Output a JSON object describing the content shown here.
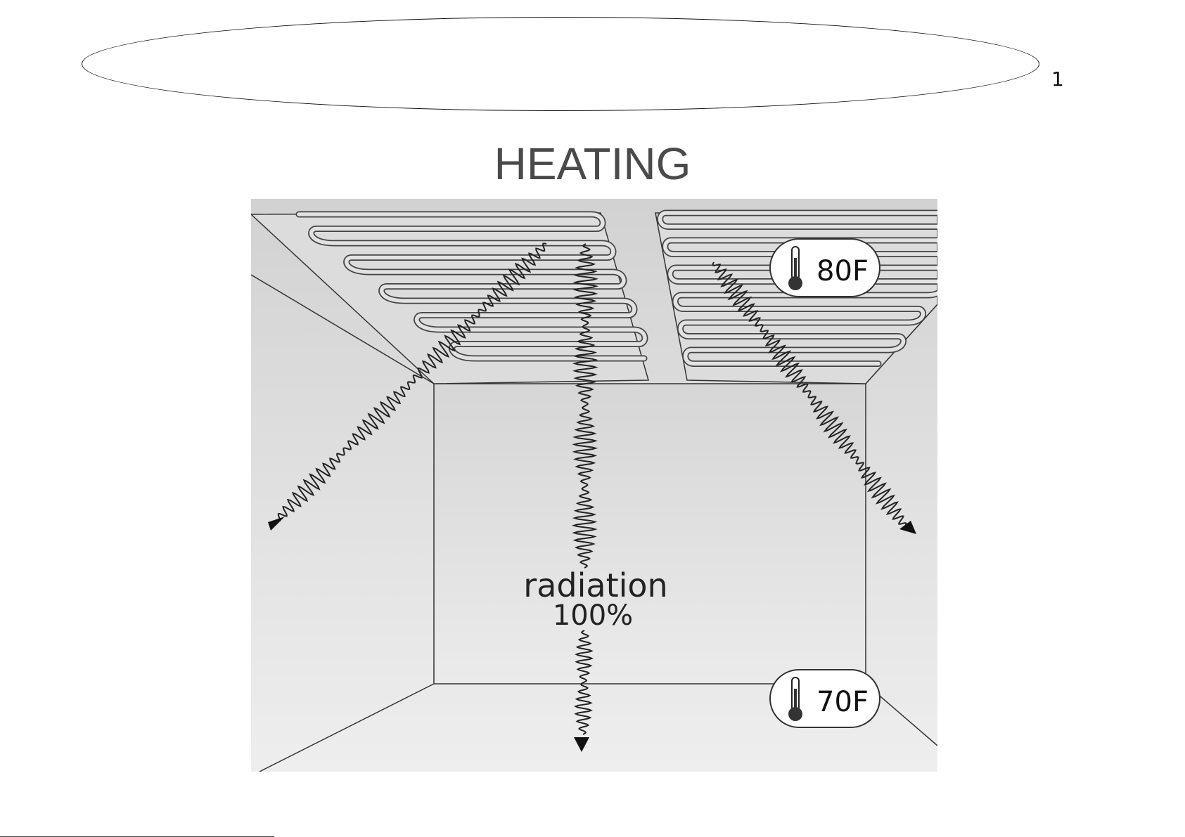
{
  "page": {
    "number": "1"
  },
  "title": "HEATING",
  "diagram": {
    "radiation_label": "radiation",
    "radiation_percent": "100%",
    "ceiling_temperature": "80F",
    "floor_temperature": "70F",
    "icons": [
      "thermometer-icon",
      "arrow-down-icon",
      "heating-coil-icon"
    ]
  }
}
